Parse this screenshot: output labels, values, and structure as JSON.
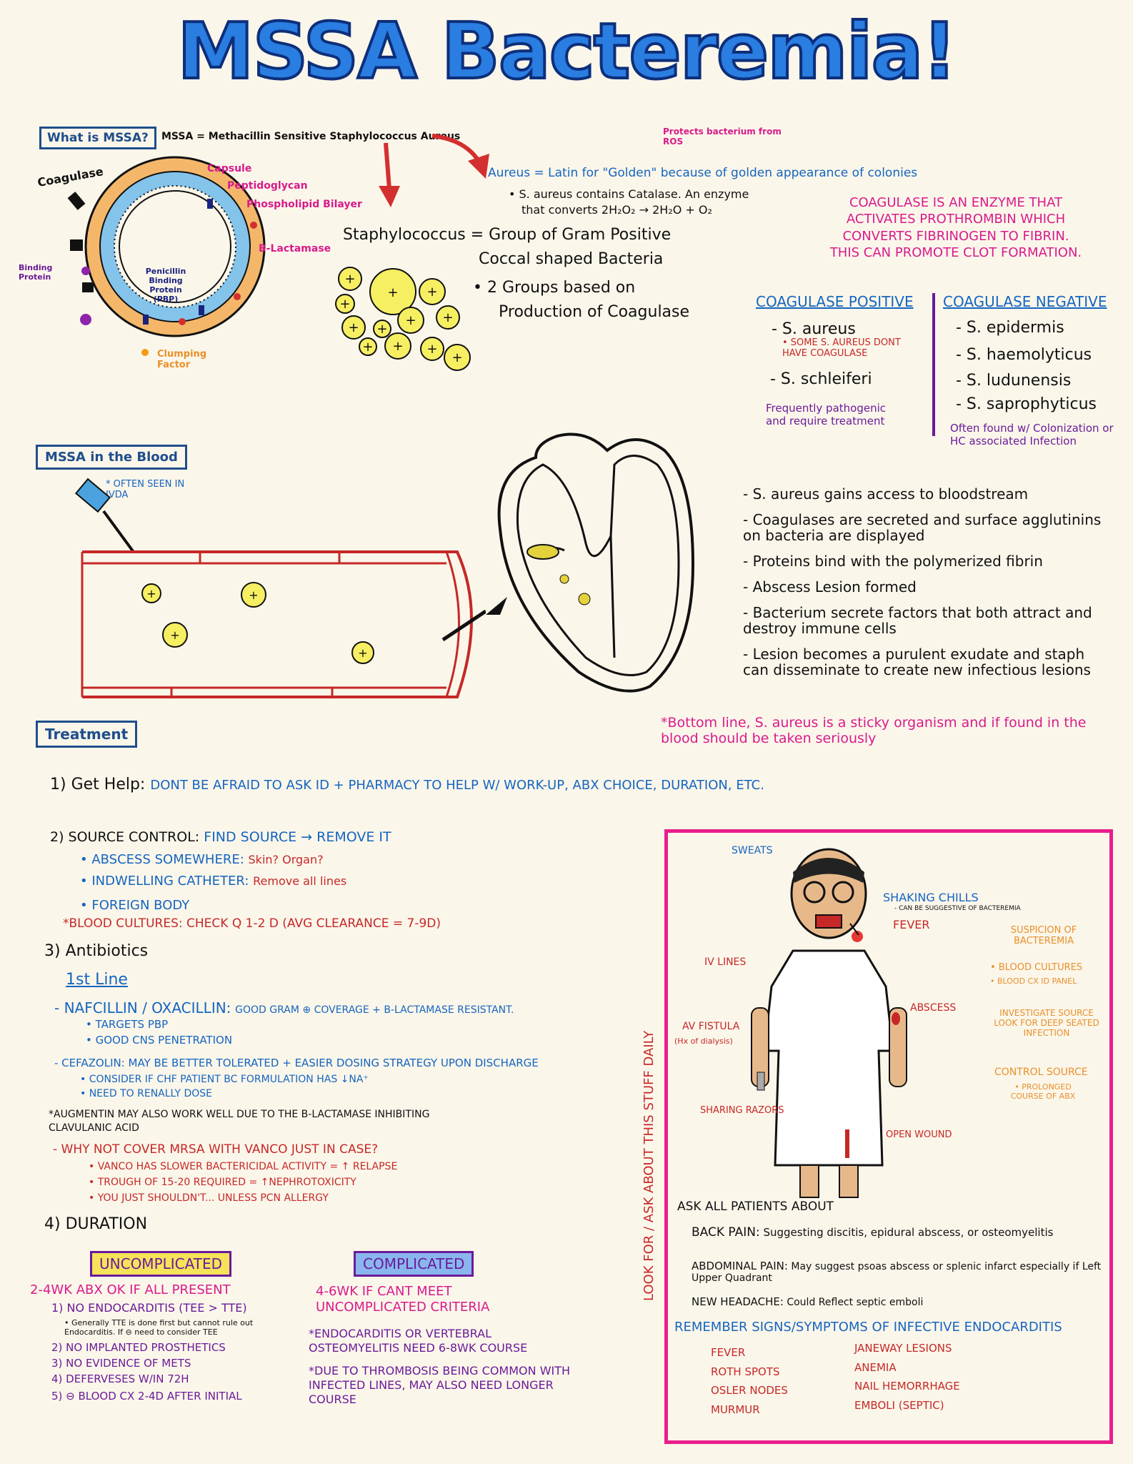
{
  "title": "MSSA Bacteremia!",
  "what_is": {
    "box": "What is MSSA?",
    "definition": "MSSA = Methacillin Sensitive Staphylococcus Aureus",
    "cell_labels": {
      "coagulase": "Coagulase",
      "capsule": "Capsule",
      "peptidoglycan": "Peptidoglycan",
      "phospholipid": "Phospholipid Bilayer",
      "blactamase": "B-Lactamase",
      "binding_protein": "Binding Protein",
      "pbp": "Penicillin Binding Protein (PBP)",
      "clumping": "Clumping Factor"
    },
    "protects": "Protects bacterium from ROS",
    "aureus": "Aureus = Latin for \"Golden\" because of golden appearance of colonies",
    "catalase_1": "• S. aureus contains Catalase. An enzyme",
    "catalase_2": "that converts 2H₂O₂ → 2H₂O + O₂",
    "staph_1": "Staphylococcus = Group of Gram Positive",
    "staph_2": "Coccal shaped Bacteria",
    "groups_1": "• 2 Groups based on",
    "groups_2": "Production of Coagulase",
    "coag_note": "Coagulase is an enzyme that activates prothrombin which converts fibrinogen to fibrin. This can promote clot formation.",
    "pos_header": "Coagulase Positive",
    "neg_header": "Coagulase Negative",
    "pos_1": "- S. aureus",
    "pos_1_note": "• Some S. aureus dont have coagulase",
    "pos_2": "- S. schleiferi",
    "pos_note": "Frequently pathogenic and require treatment",
    "neg_1": "- S. epidermis",
    "neg_2": "- S. haemolyticus",
    "neg_3": "- S. ludunensis",
    "neg_4": "- S. saprophyticus",
    "neg_note": "Often found w/ Colonization or HC associated Infection"
  },
  "blood": {
    "box": "MSSA in the Blood",
    "ivda": "* Often seen in IVDA",
    "points": [
      "- S. aureus gains access to bloodstream",
      "- Coagulases are secreted and surface agglutinins on bacteria are displayed",
      "- Proteins bind with the polymerized fibrin",
      "- Abscess Lesion formed",
      "- Bacterium secrete factors that both attract and destroy immune cells",
      "- Lesion becomes a purulent exudate and staph can disseminate to create new infectious lesions"
    ],
    "bottom_line": "*Bottom line, S. aureus is a sticky organism and if found in the blood should be taken seriously"
  },
  "treatment": {
    "box": "Treatment",
    "help_label": "1) Get Help:",
    "help_text": "Dont be afraid to ask ID + Pharmacy to help w/ work-up, Abx choice, duration, etc.",
    "source_label": "2) Source Control:",
    "source_text": "Find source → remove it",
    "src_1a": "• Abscess somewhere:",
    "src_1b": "Skin? Organ?",
    "src_2a": "• Indwelling Catheter:",
    "src_2b": "Remove all lines",
    "src_3": "• Foreign Body",
    "src_4": "*Blood Cultures: Check q 1-2 d (avg clearance = 7-9d)",
    "abx_label": "3) Antibiotics",
    "first_line": "1st Line",
    "naf_a": "- Nafcillin / Oxacillin:",
    "naf_b": "Good Gram ⊕ Coverage + B-lactamase Resistant.",
    "naf_1": "• Targets PBP",
    "naf_2": "• Good CNS Penetration",
    "cef": "- Cefazolin: May be better tolerated + easier dosing strategy upon discharge",
    "cef_1": "• Consider if CHF patient bc formulation has ↓Na⁺",
    "cef_2": "• Need to renally dose",
    "aug": "*Augmentin may also work well due to the B-lactamase inhibiting clavulanic acid",
    "why": "- Why not cover MRSA with Vanco just in case?",
    "why_1": "• Vanco has slower bactericidal activity = ↑ Relapse",
    "why_2": "• Trough of 15-20 required = ↑Nephrotoxicity",
    "why_3": "• You just shouldn't... unless PCN Allergy",
    "dur_label": "4) Duration",
    "uncomp_box": "Uncomplicated",
    "comp_box": "Complicated",
    "uncomp_head": "2-4wk Abx ok if all present",
    "uncomp_1": "1) No Endocarditis (TEE > TTE)",
    "uncomp_1_note": "• Generally TTE is done first but cannot rule out Endocarditis. If ⊖ need to consider TEE",
    "uncomp_2": "2) No implanted prosthetics",
    "uncomp_3": "3) No evidence of mets",
    "uncomp_4": "4) Deferveses w/in 72h",
    "uncomp_5": "5) ⊖ Blood Cx 2-4d after initial",
    "comp_head": "4-6wk if cant meet uncomplicated criteria",
    "comp_1": "*Endocarditis or vertebral osteomyelitis need 6-8wk course",
    "comp_2": "*Due to thrombosis being common with infected lines, may also need longer course"
  },
  "patient": {
    "side": "Look for / Ask about this stuff daily",
    "sweats": "Sweats",
    "shaking": "Shaking Chills",
    "shaking_note": "- can be suggestive of bacteremia",
    "fever": "Fever",
    "iv_lines": "IV Lines",
    "abscess": "Abscess",
    "av_fistula": "AV Fistula",
    "av_note": "(Hx of dialysis)",
    "razors": "Sharing Razors",
    "wound": "Open Wound",
    "susp": "Suspicion of Bacteremia",
    "susp_1": "• Blood Cultures",
    "susp_2": "• Blood Cx ID Panel",
    "investigate": "Investigate Source Look for deep seated infection",
    "control": "Control Source",
    "prolonged": "• Prolonged course of Abx",
    "ask": "Ask all patients about",
    "back_a": "Back Pain:",
    "back_b": "Suggesting discitis, epidural abscess, or osteomyelitis",
    "abd_a": "Abdominal Pain:",
    "abd_b": "May suggest psoas abscess or splenic infarct especially if Left Upper Quadrant",
    "head_a": "New Headache:",
    "head_b": "Could Reflect septic emboli",
    "remember": "Remember Signs/Symptoms of Infective Endocarditis",
    "ie_left": [
      "Fever",
      "Roth Spots",
      "Osler nodes",
      "Murmur"
    ],
    "ie_right": [
      "Janeway Lesions",
      "Anemia",
      "Nail Hemorrhage",
      "Emboli (septic)"
    ]
  }
}
